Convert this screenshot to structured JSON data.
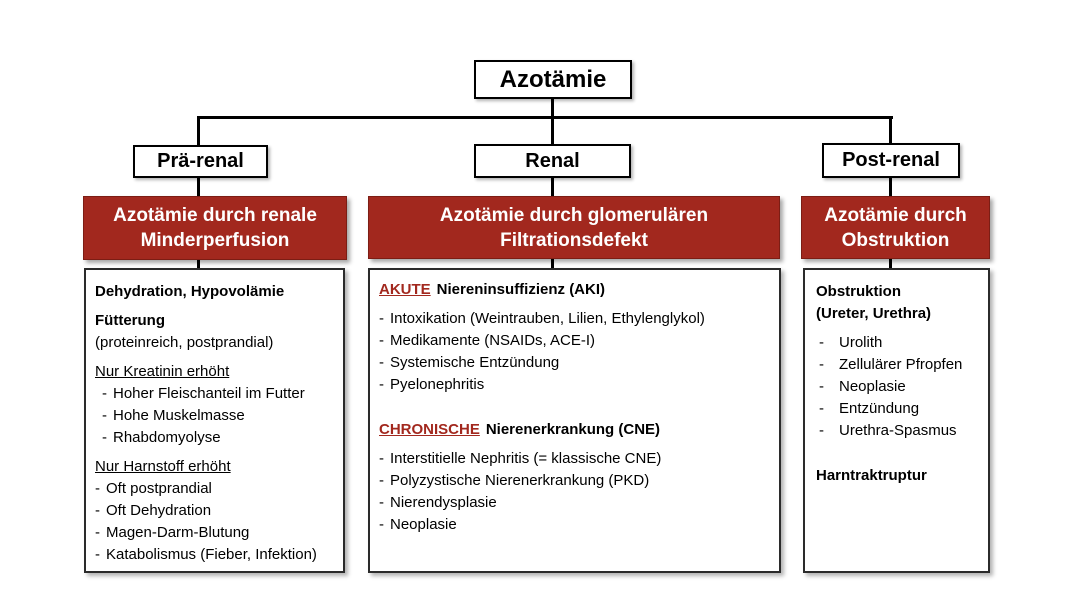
{
  "palette": {
    "accent_red": "#A2281E",
    "box_border": "#000000",
    "content_border": "#2b2b2b",
    "header_text": "#FFFFFF",
    "body_text": "#000000"
  },
  "root": {
    "title": "Azotämie"
  },
  "columns": [
    {
      "id": "pre-renal",
      "label": "Prä-renal",
      "header_lines": [
        "Azotämie durch renale",
        "Minderperfusion"
      ],
      "lines": [
        {
          "text": "Dehydration, Hypovolämie",
          "bold": true
        },
        {
          "text": "Fütterung",
          "bold": true,
          "gap": true
        },
        {
          "text": "(proteinreich, postprandial)"
        },
        {
          "text": "Nur Kreatinin erhöht",
          "underline": true,
          "gap": true
        },
        {
          "text": "Hoher Fleischanteil im Futter",
          "bullet": true,
          "indent": true
        },
        {
          "text": "Hohe Muskelmasse",
          "bullet": true,
          "indent": true
        },
        {
          "text": "Rhabdomyolyse",
          "bullet": true,
          "indent": true
        },
        {
          "text": "Nur Harnstoff erhöht",
          "underline": true,
          "gap": true
        },
        {
          "text": "Oft postprandial",
          "bullet": true
        },
        {
          "text": "Oft Dehydration",
          "bullet": true
        },
        {
          "text": "Magen-Darm-Blutung",
          "bullet": true
        },
        {
          "text": "Katabolismus (Fieber, Infektion)",
          "bullet": true
        }
      ]
    },
    {
      "id": "renal",
      "label": "Renal",
      "header_lines": [
        "Azotämie durch glomerulären",
        "Filtrationsdefekt"
      ],
      "lines": [
        {
          "highlight": "AKUTE",
          "text": "Niereninsuffizienz (AKI)",
          "bold": true
        },
        {
          "text": "Intoxikation (Weintrauben, Lilien, Ethylenglykol)",
          "bullet": true,
          "gap": true
        },
        {
          "text": "Medikamente (NSAIDs, ACE-I)",
          "bullet": true
        },
        {
          "text": "Systemische Entzündung",
          "bullet": true
        },
        {
          "text": "Pyelonephritis",
          "bullet": true
        },
        {
          "highlight": "CHRONISCHE",
          "text": "Nierenerkrankung (CNE)",
          "bold": true,
          "gap2": true
        },
        {
          "text": "Interstitielle Nephritis (= klassische CNE)",
          "bullet": true,
          "gap": true
        },
        {
          "text": "Polyzystische Nierenerkrankung (PKD)",
          "bullet": true
        },
        {
          "text": "Nierendysplasie",
          "bullet": true
        },
        {
          "text": "Neoplasie",
          "bullet": true
        }
      ]
    },
    {
      "id": "post-renal",
      "label": "Post-renal",
      "header_lines": [
        "Azotämie durch",
        "Obstruktion"
      ],
      "lines": [
        {
          "text": "Obstruktion",
          "bold": true
        },
        {
          "text": "(Ureter, Urethra)",
          "bold": true
        },
        {
          "text": "Urolith",
          "bullet": true,
          "wide": true,
          "gap": true
        },
        {
          "text": "Zellulärer Pfropfen",
          "bullet": true,
          "wide": true
        },
        {
          "text": "Neoplasie",
          "bullet": true,
          "wide": true
        },
        {
          "text": "Entzündung",
          "bullet": true,
          "wide": true
        },
        {
          "text": "Urethra-Spasmus",
          "bullet": true,
          "wide": true
        },
        {
          "text": "Harntraktruptur",
          "bold": true,
          "gap2": true
        }
      ]
    }
  ]
}
